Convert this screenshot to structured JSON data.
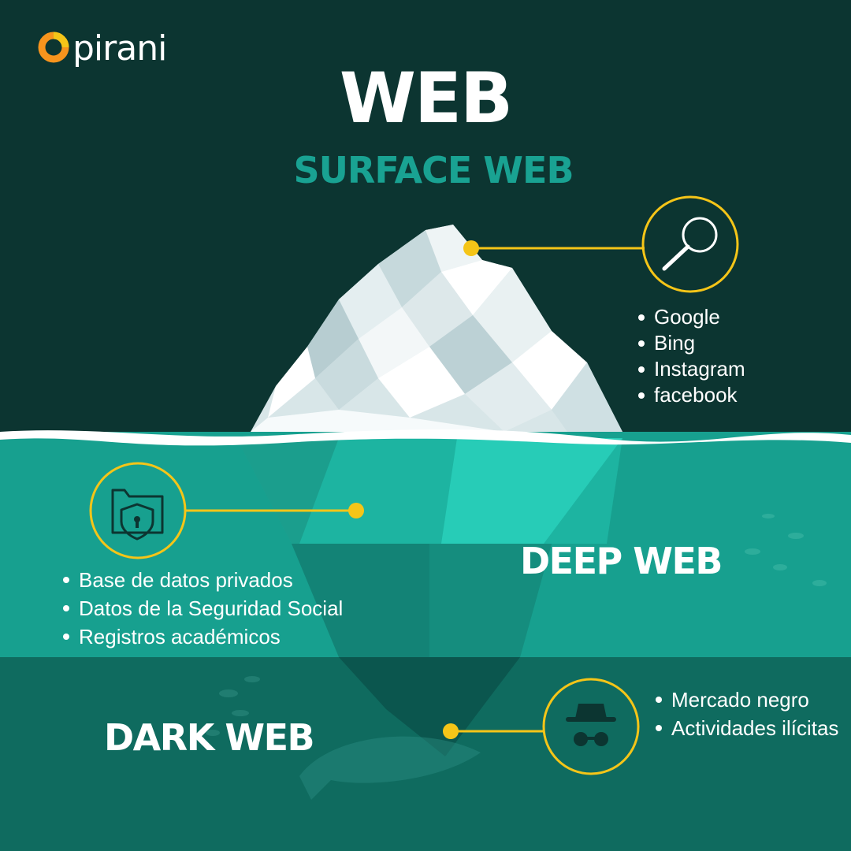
{
  "brand": {
    "logo_text": "pirani",
    "colors": {
      "surface_bg": "#0c3531",
      "deep_water": "#17a08f",
      "dark_water": "#0f6b5f",
      "accent_yellow": "#f5c518",
      "logo_orange": "#f7941d",
      "subtitle_teal": "#19a292"
    }
  },
  "header": {
    "title": "WEB",
    "subtitle": "SURFACE WEB"
  },
  "layers": {
    "surface": {
      "icon": "magnifier-icon",
      "items": [
        "Google",
        "Bing",
        "Instagram",
        "facebook"
      ]
    },
    "deep": {
      "label": "DEEP WEB",
      "icon": "shield-folder-icon",
      "items": [
        "Base de datos privados",
        "Datos de la Seguridad Social",
        "Registros académicos"
      ]
    },
    "dark": {
      "label": "DARK WEB",
      "icon": "incognito-icon",
      "items": [
        "Mercado negro",
        "Actividades ilícitas"
      ]
    }
  }
}
